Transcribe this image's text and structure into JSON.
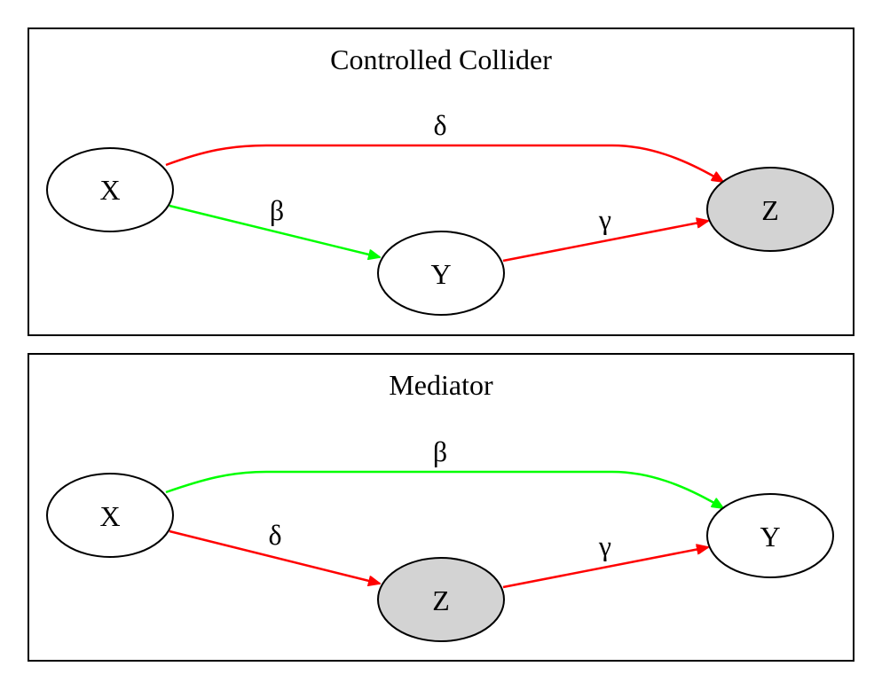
{
  "colors": {
    "background": "#ffffff",
    "stroke": "#000000",
    "node_fill": "#ffffff",
    "node_highlight_fill": "#d3d3d3",
    "edge_red": "#ff0000",
    "edge_green": "#00ff00"
  },
  "clusters": [
    {
      "title": "Controlled Collider",
      "nodes": [
        {
          "label": "X",
          "highlighted": false
        },
        {
          "label": "Y",
          "highlighted": false
        },
        {
          "label": "Z",
          "highlighted": true
        }
      ],
      "edges": [
        {
          "from": "X",
          "to": "Z",
          "label": "δ",
          "color": "red"
        },
        {
          "from": "X",
          "to": "Y",
          "label": "β",
          "color": "green"
        },
        {
          "from": "Y",
          "to": "Z",
          "label": "γ",
          "color": "red"
        }
      ]
    },
    {
      "title": "Mediator",
      "nodes": [
        {
          "label": "X",
          "highlighted": false
        },
        {
          "label": "Z",
          "highlighted": true
        },
        {
          "label": "Y",
          "highlighted": false
        }
      ],
      "edges": [
        {
          "from": "X",
          "to": "Y",
          "label": "β",
          "color": "green"
        },
        {
          "from": "X",
          "to": "Z",
          "label": "δ",
          "color": "red"
        },
        {
          "from": "Z",
          "to": "Y",
          "label": "γ",
          "color": "red"
        }
      ]
    }
  ]
}
